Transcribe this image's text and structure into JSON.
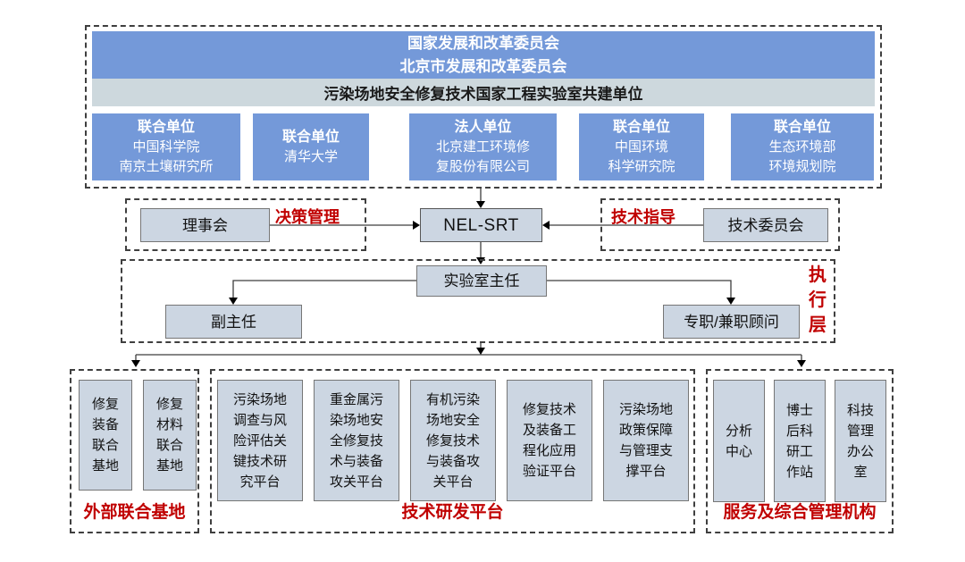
{
  "colors": {
    "blue": "#7499D9",
    "light_bar_bg": "#CDD8DD",
    "box_bg": "#CCD6E2",
    "red": "#C00000"
  },
  "top_section": {
    "header": "国家发展和改革委员会\n北京市发展和改革委员会",
    "subheader": "污染场地安全修复技术国家工程实验室共建单位",
    "units": [
      {
        "role": "联合单位",
        "name": "中国科学院\n南京土壤研究所"
      },
      {
        "role": "联合单位",
        "name": "清华大学"
      },
      {
        "role": "法人单位",
        "name": "北京建工环境修\n复股份有限公司"
      },
      {
        "role": "联合单位",
        "name": "中国环境\n科学研究院"
      },
      {
        "role": "联合单位",
        "name": "生态环境部\n环境规划院"
      }
    ]
  },
  "management_row": {
    "council": "理事会",
    "decision_label": "决策管理",
    "center": "NEL-SRT",
    "guidance_label": "技术指导",
    "committee": "技术委员会"
  },
  "executive_layer": {
    "label": "执\n行\n层",
    "director": "实验室主任",
    "deputy": "副主任",
    "advisors": "专职/兼职顾问"
  },
  "bottom_sections": {
    "external_bases": {
      "label": "外部联合基地",
      "items": [
        "修复\n装备\n联合\n基地",
        "修复\n材料\n联合\n基地"
      ]
    },
    "rd_platforms": {
      "label": "技术研发平台",
      "items": [
        "污染场地\n调查与风\n险评估关\n键技术研\n究平台",
        "重金属污\n染场地安\n全修复技\n术与装备\n攻关平台",
        "有机污染\n场地安全\n修复技术\n与装备攻\n关平台",
        "修复技术\n及装备工\n程化应用\n验证平台",
        "污染场地\n政策保障\n与管理支\n撑平台"
      ]
    },
    "service_admin": {
      "label": "服务及综合管理机构",
      "items": [
        "分析\n中心",
        "博士\n后科\n研工\n作站",
        "科技\n管理\n办公\n室"
      ]
    }
  }
}
